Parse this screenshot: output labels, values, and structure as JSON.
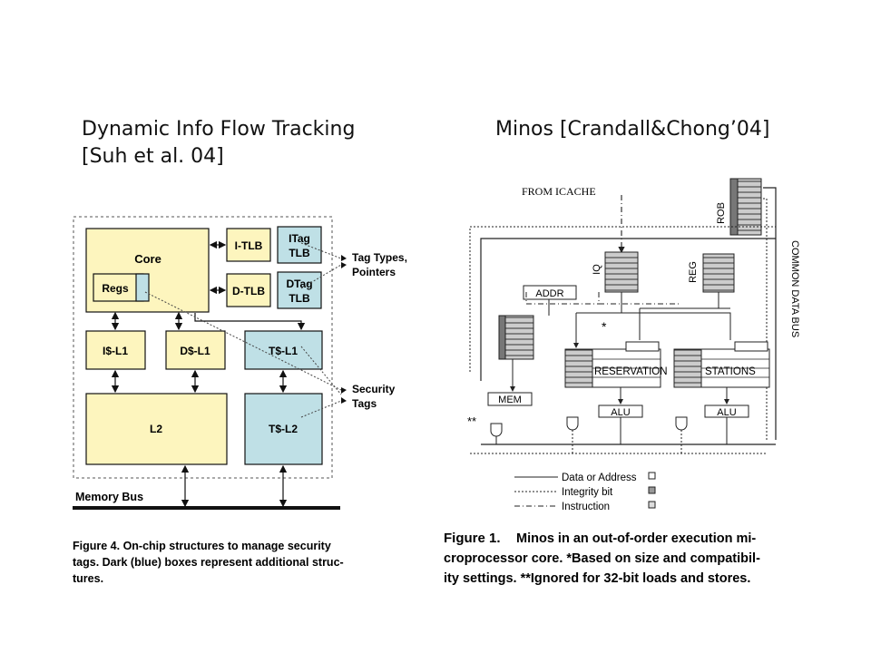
{
  "left": {
    "heading_line1": "Dynamic Info Flow Tracking",
    "heading_line2": "[Suh et al. 04]",
    "diagram": {
      "core": "Core",
      "regs": "Regs",
      "itlb": "I-TLB",
      "dtlb": "D-TLB",
      "itag_line1": "ITag",
      "itag_line2": "TLB",
      "dtag_line1": "DTag",
      "dtag_line2": "TLB",
      "il1": "I$-L1",
      "dl1": "D$-L1",
      "tl1": "T$-L1",
      "l2": "L2",
      "tl2": "T$-L2",
      "memory_bus": "Memory Bus",
      "tag_types_line1": "Tag Types,",
      "tag_types_line2": "Pointers",
      "security_line1": "Security",
      "security_line2": "Tags"
    },
    "caption": [
      "Figure 4.  On-chip structures to manage security",
      "tags.  Dark (blue) boxes represent additional struc-",
      "tures."
    ],
    "colors": {
      "yellow_box": "#fdf5be",
      "blue_box": "#bfe0e6"
    }
  },
  "right": {
    "heading": "Minos [Crandall&Chong’04]",
    "diagram": {
      "from_icache": "FROM ICACHE",
      "rob": "ROB",
      "iq": "IQ",
      "reg": "REG",
      "addr": "ADDR",
      "mem": "MEM",
      "common_data_bus": "COMMON DATA BUS",
      "reservation": "RESERVATION",
      "stations": "STATIONS",
      "alu": "ALU",
      "star": "*",
      "double_star": "**"
    },
    "legend": [
      {
        "label": "Data or Address",
        "style": "solid"
      },
      {
        "label": "Integrity bit",
        "style": "dotted"
      },
      {
        "label": "Instruction",
        "style": "dashdot"
      }
    ],
    "caption_lead": "Figure 1.",
    "caption": [
      "Minos in an out-of-order execution mi-",
      "croprocessor core. *Based on size and compatibil-",
      "ity settings. **Ignored for 32-bit loads and stores."
    ]
  }
}
